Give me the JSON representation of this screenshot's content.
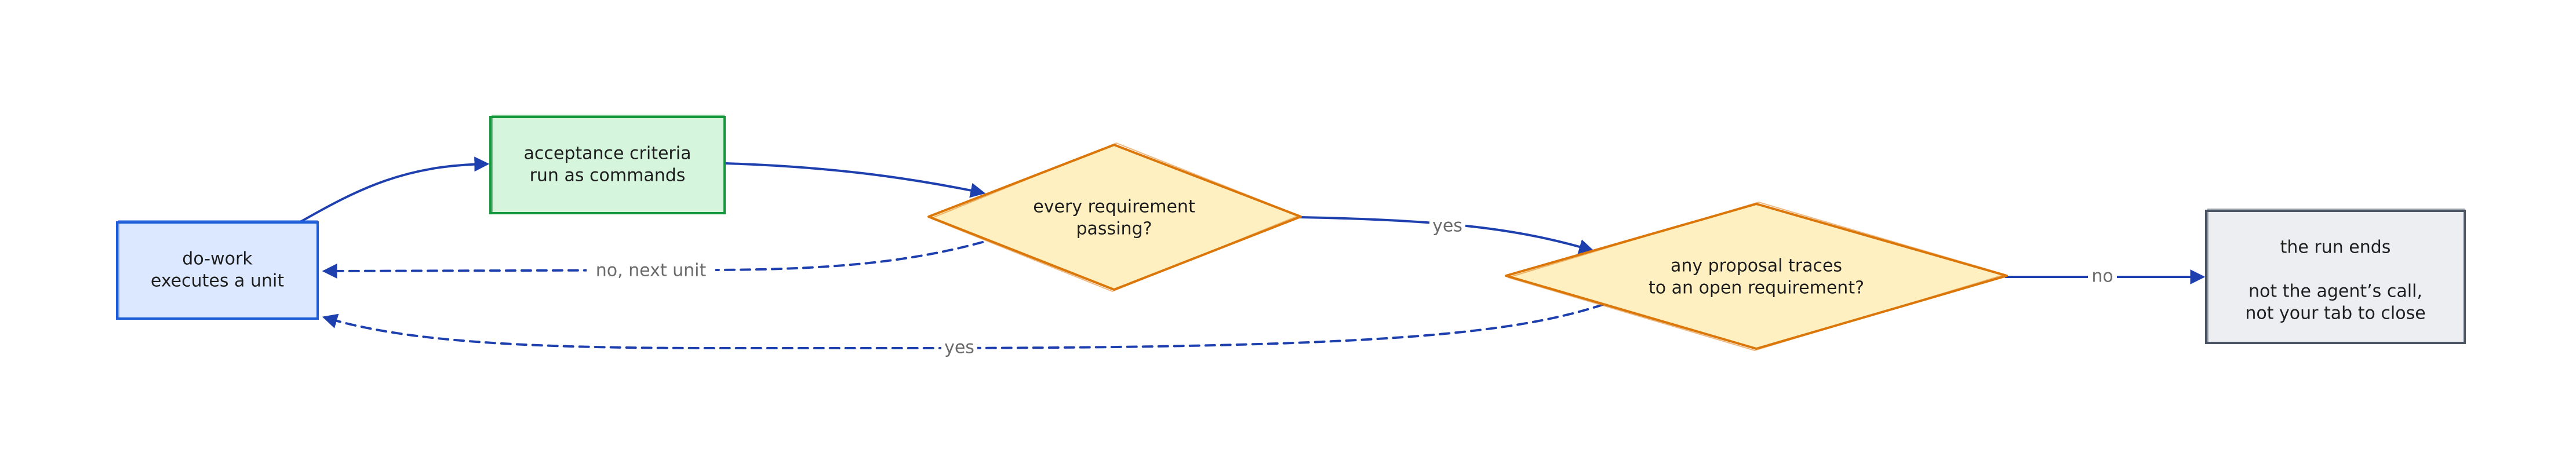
{
  "nodes": {
    "do_work": {
      "lines": [
        "do-work",
        "executes a unit"
      ]
    },
    "acceptance": {
      "lines": [
        "acceptance criteria",
        "run as commands"
      ]
    },
    "every_req": {
      "lines": [
        "every requirement",
        "passing?"
      ]
    },
    "any_proposal": {
      "lines": [
        "any proposal traces",
        "to an open requirement?"
      ]
    },
    "run_ends": {
      "lines": [
        "the run ends",
        "",
        "not the agent’s call,",
        "not your tab to close"
      ]
    }
  },
  "edges": {
    "no_next_unit": "no, next unit",
    "yes_mid": "yes",
    "yes_back": "yes",
    "no_end": "no"
  },
  "colors": {
    "start_fill": "#dbe8ff",
    "start_stroke": "#1d5ed8",
    "step_fill": "#d5f5dd",
    "step_stroke": "#15973e",
    "decision_fill": "#fff0c2",
    "decision_stroke": "#db7609",
    "end_fill": "#eceef2",
    "end_stroke": "#4b5563",
    "edge": "#1e40af",
    "label": "#6b6b6b"
  }
}
